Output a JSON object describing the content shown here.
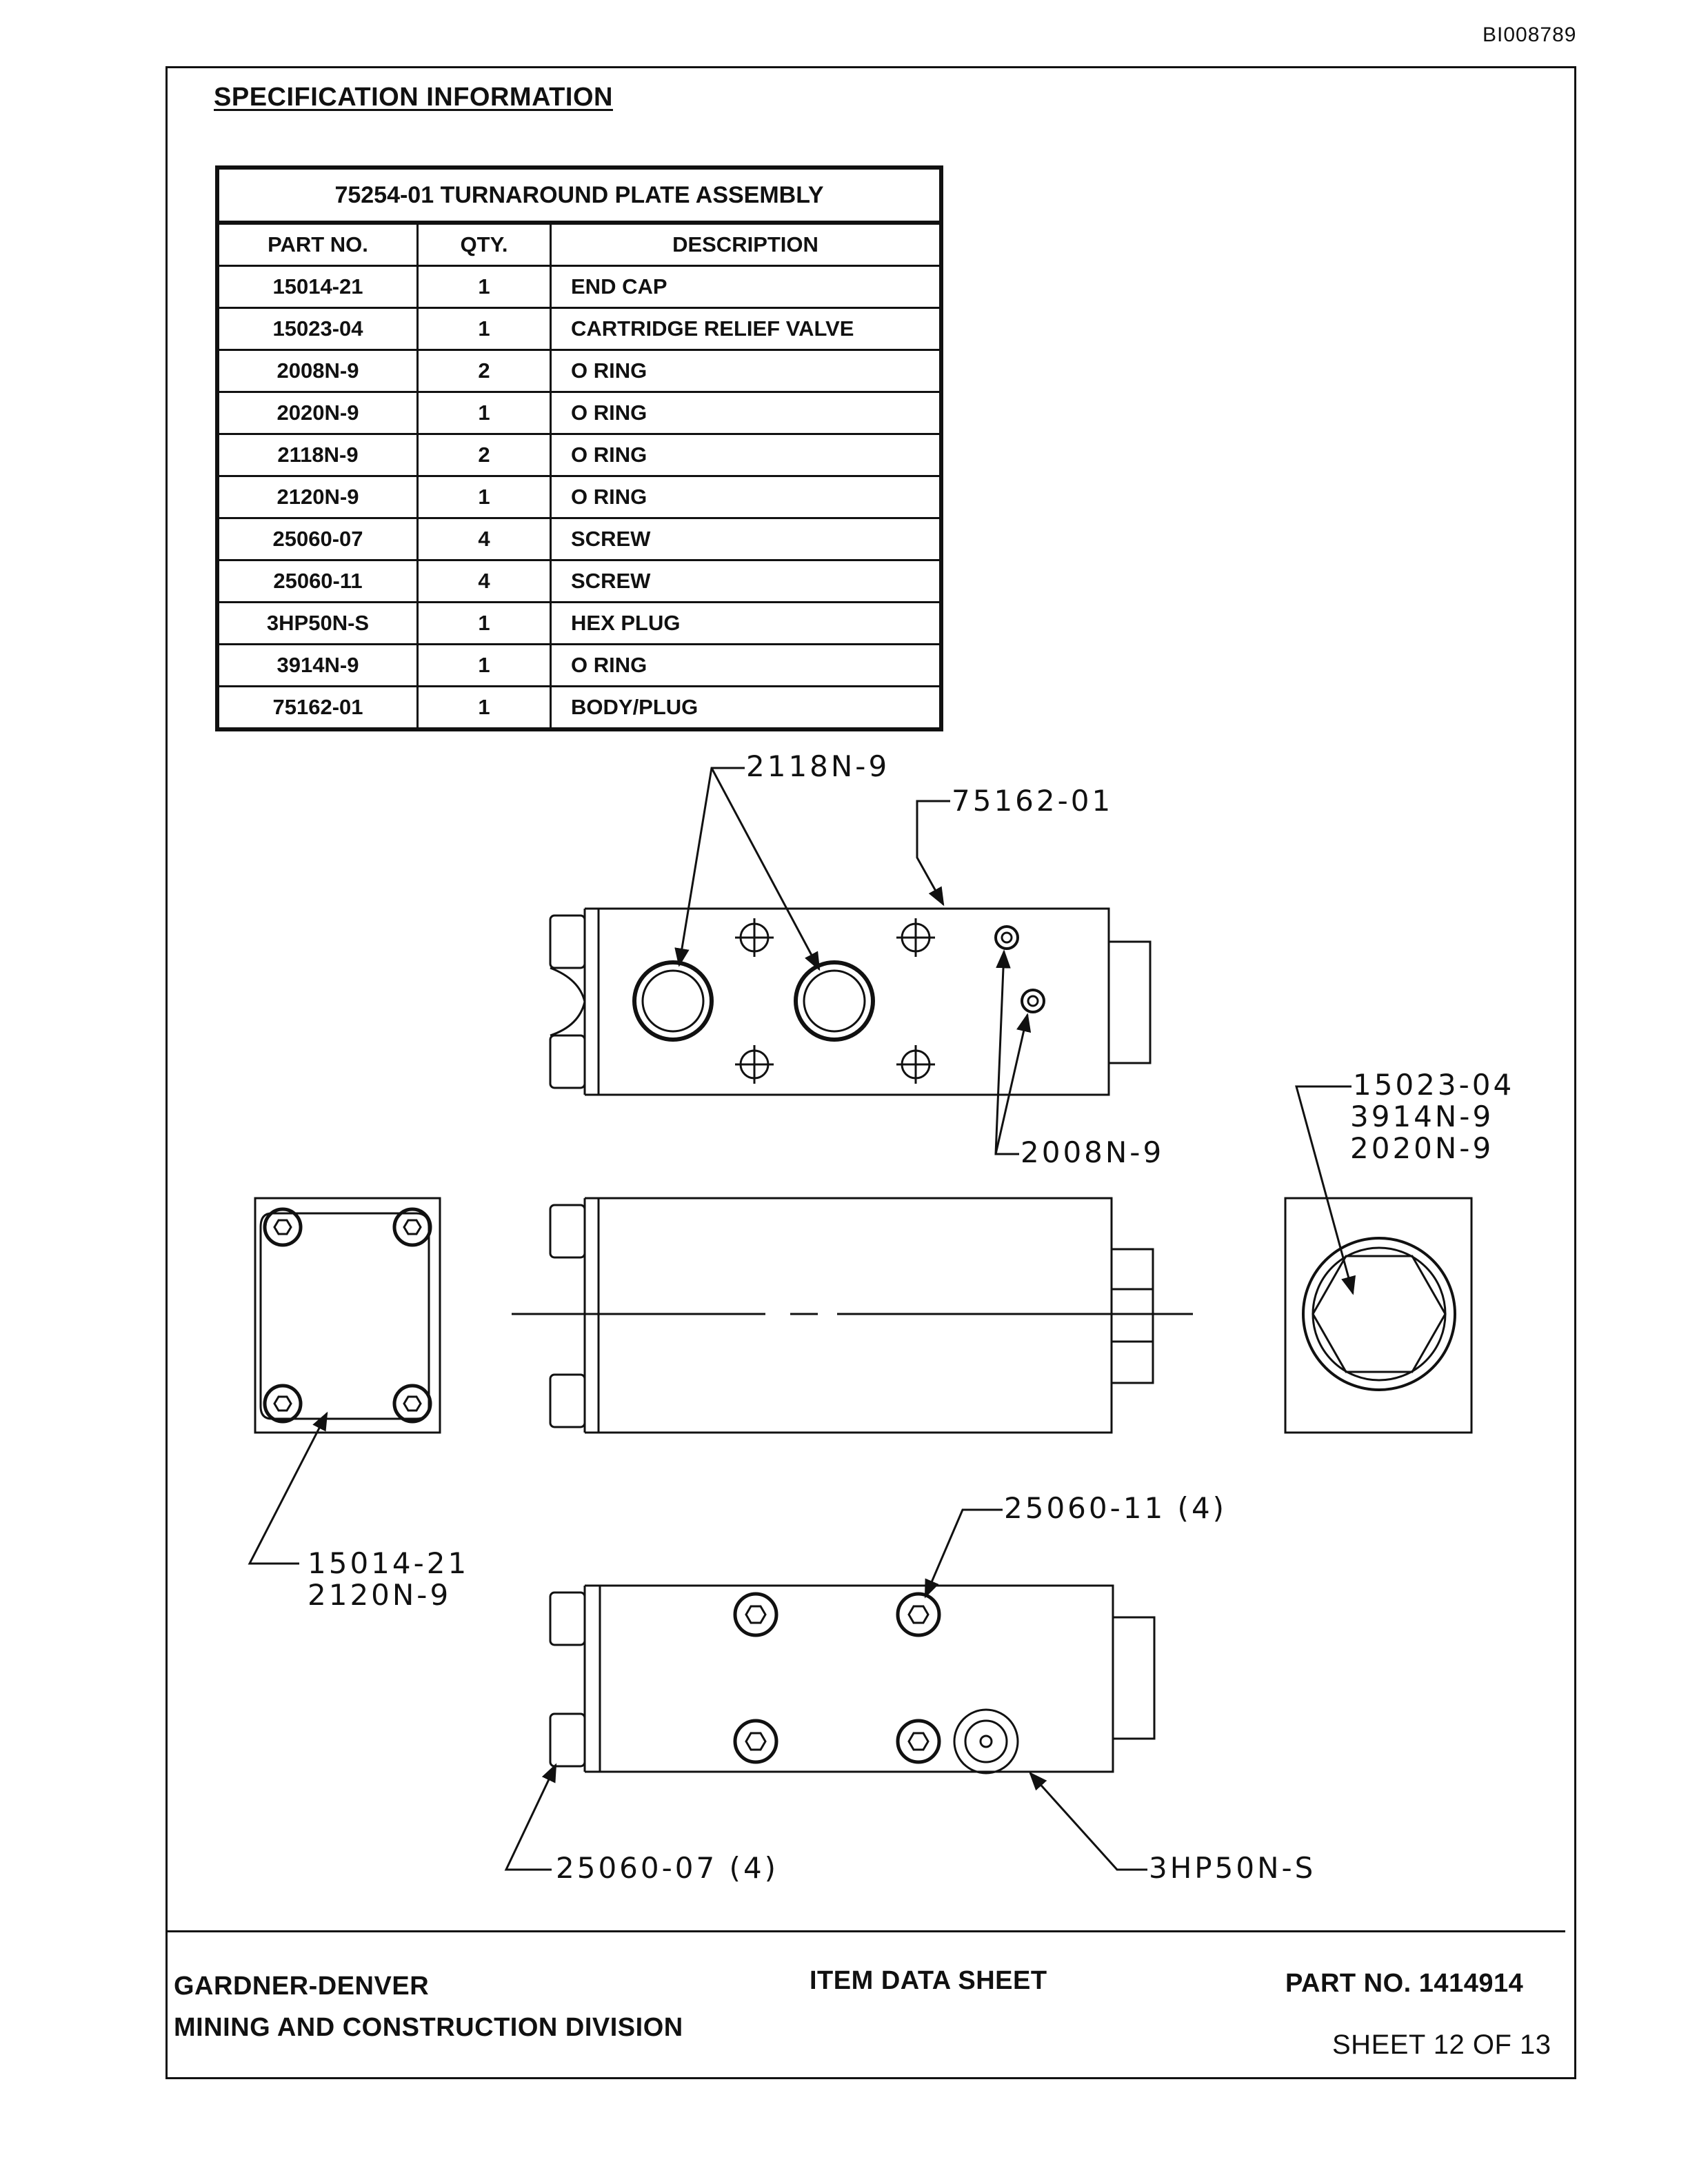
{
  "document_id": "BI008789",
  "section_title": "SPECIFICATION INFORMATION",
  "table": {
    "title": "75254-01  TURNAROUND PLATE ASSEMBLY",
    "headers": [
      "PART NO.",
      "QTY.",
      "DESCRIPTION"
    ],
    "rows": [
      {
        "part": "15014-21",
        "qty": "1",
        "desc": "END CAP"
      },
      {
        "part": "15023-04",
        "qty": "1",
        "desc": "CARTRIDGE RELIEF VALVE"
      },
      {
        "part": "2008N-9",
        "qty": "2",
        "desc": "O RING"
      },
      {
        "part": "2020N-9",
        "qty": "1",
        "desc": "O RING"
      },
      {
        "part": "2118N-9",
        "qty": "2",
        "desc": "O RING"
      },
      {
        "part": "2120N-9",
        "qty": "1",
        "desc": "O RING"
      },
      {
        "part": "25060-07",
        "qty": "4",
        "desc": "SCREW"
      },
      {
        "part": "25060-11",
        "qty": "4",
        "desc": "SCREW"
      },
      {
        "part": "3HP50N-S",
        "qty": "1",
        "desc": "HEX PLUG"
      },
      {
        "part": "3914N-9",
        "qty": "1",
        "desc": "O RING"
      },
      {
        "part": "75162-01",
        "qty": "1",
        "desc": "BODY/PLUG"
      }
    ]
  },
  "callouts": {
    "c_2118": "2118N-9",
    "c_75162": "75162-01",
    "c_2008": "2008N-9",
    "c_15023": "15023-04",
    "c_3914": "3914N-9",
    "c_2020": "2020N-9",
    "c_15014": "15014-21",
    "c_2120": "2120N-9",
    "c_25060_11": "25060-11  (4)",
    "c_25060_07": "25060-07  (4)",
    "c_3hp": "3HP50N-S"
  },
  "footer": {
    "company": "GARDNER-DENVER",
    "division": "MINING AND CONSTRUCTION DIVISION",
    "doc_type": "ITEM  DATA  SHEET",
    "part_no": "PART  NO.  1414914",
    "sheet": "SHEET 12 OF 13"
  }
}
